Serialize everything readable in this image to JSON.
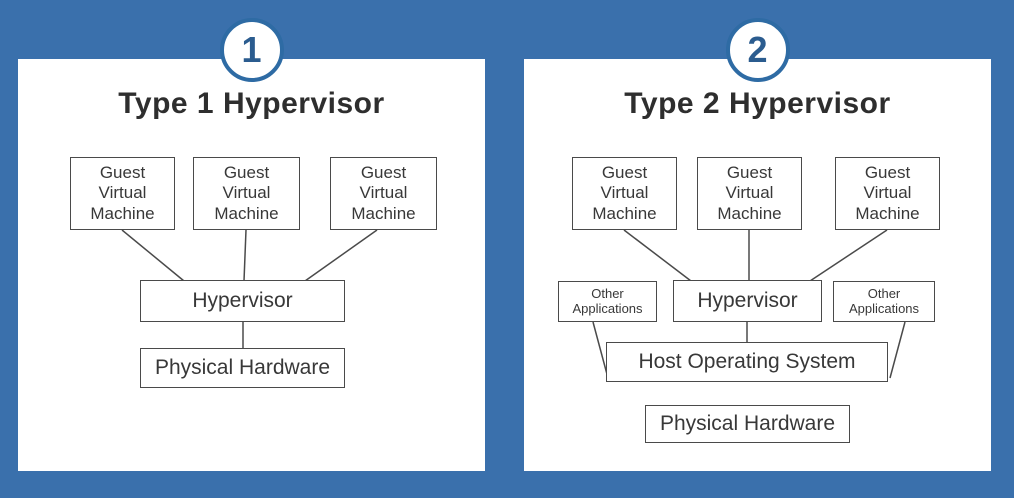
{
  "colors": {
    "background": "#3A70AC",
    "panel_bg": "#FFFFFF",
    "badge_border": "#2E6BA4",
    "badge_text": "#2B5C8F",
    "box_border": "#4A4A4A",
    "text": "#383838",
    "title_text": "#2E2E2E",
    "line": "#4A4A4A"
  },
  "panels": {
    "left": {
      "badge": "1",
      "title": "Type 1 Hypervisor",
      "boxes": {
        "guest_vm_1": "Guest Virtual Machine",
        "guest_vm_2": "Guest Virtual Machine",
        "guest_vm_3": "Guest Virtual Machine",
        "hypervisor": "Hypervisor",
        "physical_hardware": "Physical Hardware"
      }
    },
    "right": {
      "badge": "2",
      "title": "Type 2 Hypervisor",
      "boxes": {
        "guest_vm_1": "Guest Virtual Machine",
        "guest_vm_2": "Guest Virtual Machine",
        "guest_vm_3": "Guest Virtual Machine",
        "other_applications_left": "Other Applications",
        "hypervisor": "Hypervisor",
        "other_applications_right": "Other Applications",
        "host_operating_system": "Host Operating System",
        "physical_hardware": "Physical Hardware"
      }
    }
  }
}
